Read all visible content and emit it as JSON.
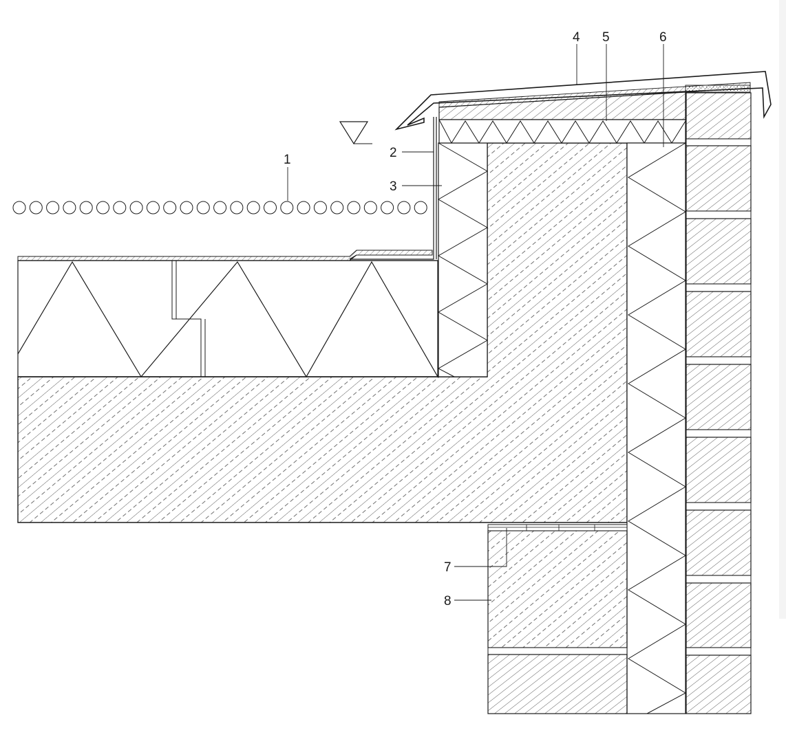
{
  "diagram": {
    "callouts": [
      {
        "id": "callout-1",
        "text": "1"
      },
      {
        "id": "callout-2",
        "text": "2"
      },
      {
        "id": "callout-3",
        "text": "3"
      },
      {
        "id": "callout-4",
        "text": "4"
      },
      {
        "id": "callout-5",
        "text": "5"
      },
      {
        "id": "callout-6",
        "text": "6"
      },
      {
        "id": "callout-7",
        "text": "7"
      },
      {
        "id": "callout-8",
        "text": "8"
      }
    ],
    "colors": {
      "line": "#1a1a1a",
      "hatch": "#333333",
      "background": "#ffffff"
    }
  }
}
